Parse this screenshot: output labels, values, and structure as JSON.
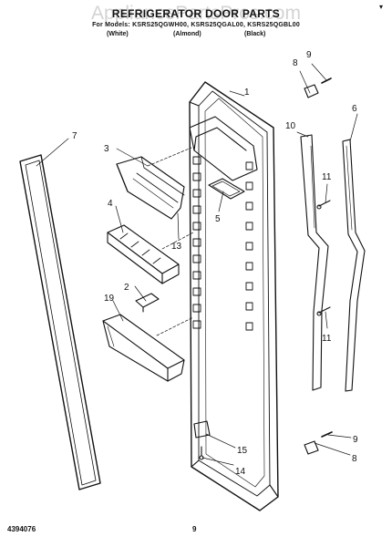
{
  "header": {
    "title": "REFRIGERATOR DOOR PARTS",
    "models": "For Models: KSRS25QGWH00, KSRS25QGAL00, KSRS25QGBL00",
    "variants": [
      "(White)",
      "(Almond)",
      "(Black)"
    ],
    "watermark": "AppliancePartsPros.com",
    "corner_mark": "▾"
  },
  "callouts": [
    "1",
    "2",
    "3",
    "4",
    "5",
    "6",
    "7",
    "8",
    "9",
    "10",
    "11",
    "11",
    "13",
    "14",
    "15",
    "19",
    "9",
    "8"
  ],
  "footer": {
    "doc_number": "4394076",
    "page_number": "9"
  }
}
